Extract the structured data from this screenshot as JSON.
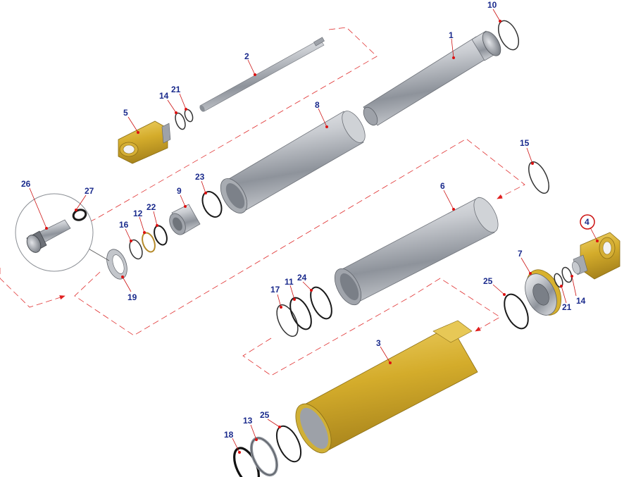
{
  "diagram": {
    "callouts": {
      "p1": "1",
      "p2": "2",
      "p3": "3",
      "p4": "4",
      "p5": "5",
      "p6": "6",
      "p7": "7",
      "p8": "8",
      "p9": "9",
      "p10": "10",
      "p11": "11",
      "p12": "12",
      "p13": "13",
      "p14a": "14",
      "p14b": "14",
      "p15": "15",
      "p16": "16",
      "p17": "17",
      "p18": "18",
      "p19": "19",
      "p21a": "21",
      "p21b": "21",
      "p22": "22",
      "p23": "23",
      "p24": "24",
      "p25a": "25",
      "p25b": "25",
      "p26": "26",
      "p27": "27"
    },
    "colors": {
      "callout_text": "#1a2a8c",
      "leader_dot": "#dd1111",
      "assembly_path": "#e03030",
      "yellow_part": "#d7b12e",
      "steel_part": "#b9bcc2"
    }
  }
}
